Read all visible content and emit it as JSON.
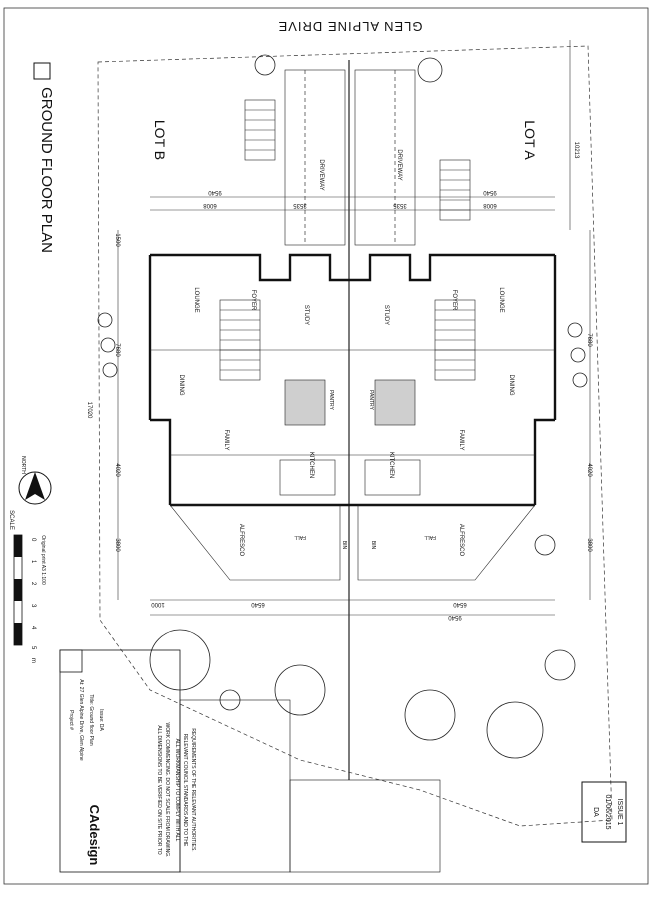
{
  "street": "GLEN ALPINE DRIVE",
  "lots": {
    "a": "LOT A",
    "b": "LOT B"
  },
  "title": "GROUND FLOOR PLAN",
  "rooms": {
    "driveway": "DRIVEWAY",
    "lounge": "LOUNGE",
    "foyer": "FOYER",
    "study": "STUDY",
    "dining": "DINING",
    "pantry": "PANTRY",
    "kitchen": "KITCHEN",
    "family": "FAMILY",
    "alfresco": "ALFRESCO",
    "bin": "BIN",
    "fall": "FALL"
  },
  "dimensions": {
    "top_width": "10213",
    "lot_width": "9540",
    "half_a": "6008",
    "half_b": "3535",
    "half_c": "3535",
    "half_d": "6008",
    "depth_front": "1500",
    "depth_lounge": "7680",
    "depth_total": "17020",
    "depth_family": "4020",
    "depth_rear": "3800",
    "rear_a": "6540",
    "rear_b": "9540",
    "rear_side": "1000",
    "rear_mid": "6540"
  },
  "issue": {
    "label": "ISSUE 1",
    "date": "01/06/2015",
    "stage": "DA"
  },
  "notes": {
    "line1": "ALL DIMENSIONS TO BE VERIFIED ON SITE PRIOR TO",
    "line2": "WORK COMMENCING. DO NOT SCALE FROM DRAWING.",
    "line3": "ALL WORKMANSHIP TO COMPLY WITH ALL",
    "line4": "RELEVANT COUNCIL STANDARDS AND TO THE",
    "line5": "REQUIREMENTS OF THE RELEVANT AUTHORITIES."
  },
  "project": {
    "label": "Project #",
    "address_label": "At: 27 Glen Alpine Drive, Glen Alpine",
    "drawing": "Title: Ground floor Plan",
    "sheet": "Issue: DA"
  },
  "brand": "CAdesign",
  "scale": {
    "label": "SCALE",
    "ticks": [
      "0",
      "1",
      "2",
      "3",
      "4",
      "5",
      "m"
    ]
  },
  "north": "NORTH",
  "print_note": "Original print A3 1:100"
}
